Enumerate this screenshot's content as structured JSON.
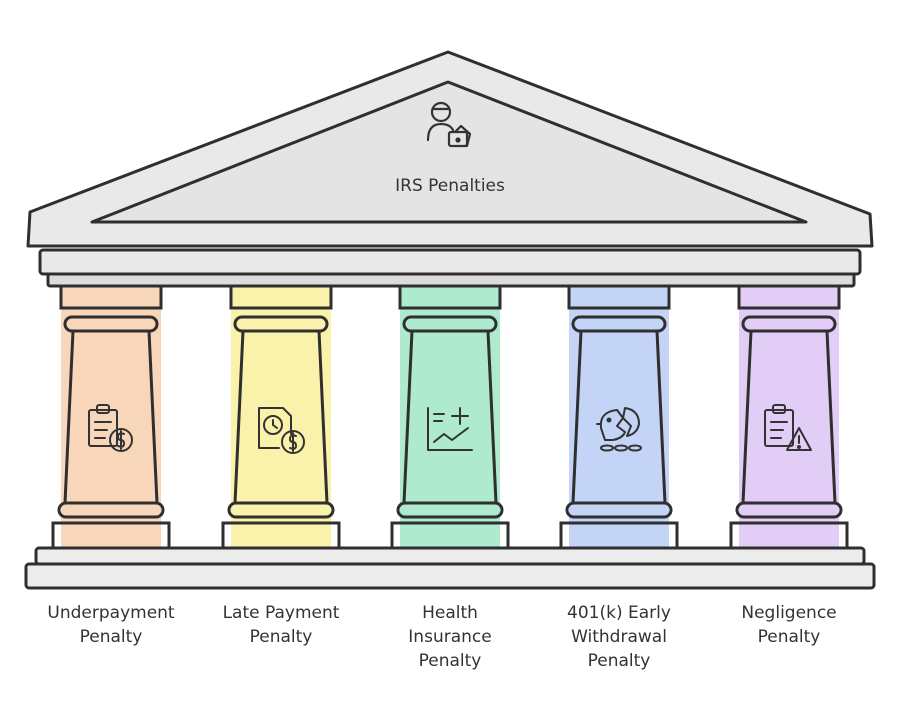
{
  "title": "IRS Penalties",
  "title_icon": "tax-agent-icon",
  "colors": {
    "outline": "#2f2f2f",
    "roof_fill": "#e9e9e9",
    "base_fill": "#ececec"
  },
  "pillars": [
    {
      "id": "underpayment",
      "lines": [
        "Underpayment",
        "Penalty"
      ],
      "icon": "clipboard-dollar-icon",
      "color": "#f7cfae"
    },
    {
      "id": "late-payment",
      "lines": [
        "Late Payment",
        "Penalty"
      ],
      "icon": "document-clock-dollar-icon",
      "color": "#f9ee9c"
    },
    {
      "id": "health-insurance",
      "lines": [
        "Health",
        "Insurance",
        "Penalty"
      ],
      "icon": "health-chart-icon",
      "color": "#9fe6c6"
    },
    {
      "id": "401k-early-withdrawal",
      "lines": [
        "401(k) Early",
        "Withdrawal",
        "Penalty"
      ],
      "icon": "broken-piggy-bank-icon",
      "color": "#b9cdf5"
    },
    {
      "id": "negligence",
      "lines": [
        "Negligence",
        "Penalty"
      ],
      "icon": "clipboard-warning-icon",
      "color": "#dcc4f3"
    }
  ]
}
